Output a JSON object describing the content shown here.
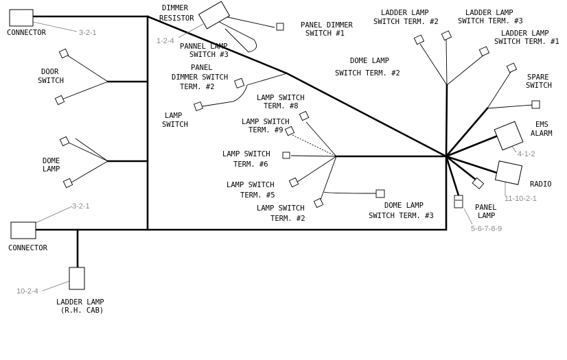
{
  "labels": {
    "connector_top": "CONNECTOR",
    "connector_bottom": "CONNECTOR",
    "dimmer_resistor_1": "DIMMER",
    "dimmer_resistor_2": "RESISTOR",
    "panel_dimmer_sw1_1": "PANEL DIMMER",
    "panel_dimmer_sw1_2": "SWITCH #1",
    "pannel_lamp_sw3_1": "PANNEL LAMP",
    "pannel_lamp_sw3_2": "SWITCH #3",
    "panel_dimmer_term2_1": "PANEL",
    "panel_dimmer_term2_2": "DIMMER SWITCH",
    "panel_dimmer_term2_3": "TERM. #2",
    "door_switch_1": "DOOR",
    "door_switch_2": "SWITCH",
    "lamp_switch_1": "LAMP",
    "lamp_switch_2": "SWITCH",
    "lamp_sw_term8_1": "LAMP SWITCH",
    "lamp_sw_term8_2": "TERM. #8",
    "lamp_sw_term9_1": "LAMP SWITCH",
    "lamp_sw_term9_2": "TERM. #9",
    "lamp_sw_term6_1": "LAMP SWITCH",
    "lamp_sw_term6_2": "TERM. #6",
    "lamp_sw_term5_1": "LAMP SWITCH",
    "lamp_sw_term5_2": "TERM. #5",
    "lamp_sw_term2_1": "LAMP SWITCH",
    "lamp_sw_term2_2": "TERM. #2",
    "dome_lamp_1": "DOME",
    "dome_lamp_2": "LAMP",
    "dome_lamp_sw2_1": "DOME LAMP",
    "dome_lamp_sw2_2": "SWITCH TERM. #2",
    "dome_lamp_sw3_1": "DOME LAMP",
    "dome_lamp_sw3_2": "SWITCH TERM. #3",
    "ladder_lamp_sw2_1": "LADDER LAMP",
    "ladder_lamp_sw2_2": "SWITCH TERM. #2",
    "ladder_lamp_sw3_1": "LADDER LAMP",
    "ladder_lamp_sw3_2": "SWITCH TERM. #3",
    "ladder_lamp_sw1_1": "LADDER LAMP",
    "ladder_lamp_sw1_2": "SWITCH TERM. #1",
    "spare_switch_1": "SPARE",
    "spare_switch_2": "SWITCH",
    "ems_alarm_1": "EMS",
    "ems_alarm_2": "ALARM",
    "radio": "RADIO",
    "panel_lamp_1": "PANEL",
    "panel_lamp_2": "LAMP",
    "ladder_lamp_rh_1": "LADDER LAMP",
    "ladder_lamp_rh_2": "(R.H. CAB)"
  },
  "refs": {
    "connector_top": "3-2-1",
    "connector_bottom": "3-2-1",
    "dimmer_resistor": "1-2-4",
    "ems_alarm": "4-1-2",
    "radio": "11-10-2-1",
    "panel_lamp": "5-6-7-8-9",
    "ladder_lamp_rh": "10-2-4"
  }
}
